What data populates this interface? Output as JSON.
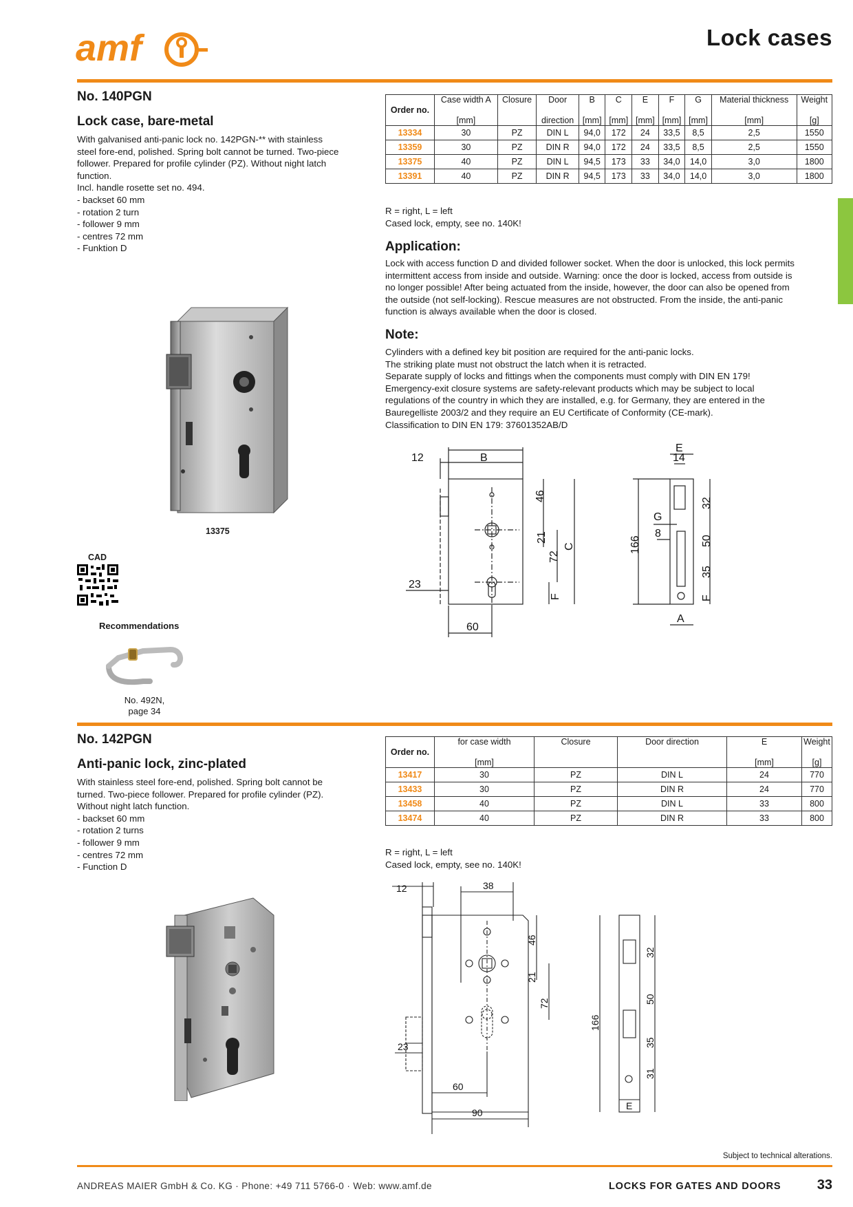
{
  "header": {
    "logo_text": "amf",
    "page_title": "Lock cases"
  },
  "section1": {
    "number": "No. 140PGN",
    "subtitle": "Lock case, bare-metal",
    "description": [
      "With galvanised anti-panic lock no. 142PGN-** with stainless",
      "steel fore-end, polished. Spring bolt cannot be turned. Two-piece",
      "follower. Prepared for profile cylinder (PZ). Without night latch",
      "function.",
      "Incl. handle rosette set no. 494.",
      "- backset 60 mm",
      "- rotation 2 turn",
      "- follower 9 mm",
      "- centres 72 mm",
      "- Funktion D"
    ],
    "image_caption": "13375",
    "cad_label": "CAD",
    "recommendations_label": "Recommendations",
    "recommendation_caption_1": "No. 492N,",
    "recommendation_caption_2": "page 34",
    "table": {
      "order_header": "Order no.",
      "columns": [
        {
          "top": "Case width A",
          "bottom": "[mm]"
        },
        {
          "top": "Closure",
          "bottom": ""
        },
        {
          "top": "Door",
          "bottom": "direction"
        },
        {
          "top": "B",
          "bottom": "[mm]"
        },
        {
          "top": "C",
          "bottom": "[mm]"
        },
        {
          "top": "E",
          "bottom": "[mm]"
        },
        {
          "top": "F",
          "bottom": "[mm]"
        },
        {
          "top": "G",
          "bottom": "[mm]"
        },
        {
          "top": "Material thickness",
          "bottom": "[mm]"
        },
        {
          "top": "Weight",
          "bottom": "[g]"
        }
      ],
      "rows": [
        [
          "13334",
          "30",
          "PZ",
          "DIN L",
          "94,0",
          "172",
          "24",
          "33,5",
          "8,5",
          "2,5",
          "1550"
        ],
        [
          "13359",
          "30",
          "PZ",
          "DIN R",
          "94,0",
          "172",
          "24",
          "33,5",
          "8,5",
          "2,5",
          "1550"
        ],
        [
          "13375",
          "40",
          "PZ",
          "DIN L",
          "94,5",
          "173",
          "33",
          "34,0",
          "14,0",
          "3,0",
          "1800"
        ],
        [
          "13391",
          "40",
          "PZ",
          "DIN R",
          "94,5",
          "173",
          "33",
          "34,0",
          "14,0",
          "3,0",
          "1800"
        ]
      ]
    },
    "note_line1": "R = right, L = left",
    "note_line2": "Cased lock, empty, see no. 140K!",
    "application_heading": "Application:",
    "application_lines": [
      "Lock with access function D and divided follower socket. When the door is unlocked, this lock permits",
      "intermittent access from inside and outside. Warning: once the door is locked, access from outside is",
      "no longer possible! After being actuated from the inside, however, the door can also be opened from",
      "the outside (not self-locking). Rescue measures are not obstructed. From the inside, the anti-panic",
      "function is always available when the door is closed."
    ],
    "note_heading": "Note:",
    "note_lines": [
      "Cylinders with a defined key bit position are required for the anti-panic locks.",
      "The striking plate must not obstruct the latch when it is retracted.",
      "Separate supply of locks and fittings when the components must comply with DIN EN 179!",
      "Emergency-exit closure systems are safety-relevant products which may be subject to local",
      "regulations of the country in which they are installed, e.g. for Germany, they are entered in the",
      "Bauregelliste 2003/2 and they require an EU Certificate of Conformity (CE-mark).",
      "Classification to DIN EN 179: 37601352AB/D"
    ],
    "drawing_labels": {
      "d12": "12",
      "B": "B",
      "d46": "46",
      "d21": "21",
      "C": "C",
      "d72": "72",
      "d23": "23",
      "F": "F",
      "d60": "60",
      "E": "E",
      "d14": "14",
      "d32": "32",
      "G": "G",
      "d166": "166",
      "d8": "8",
      "d50": "50",
      "d35": "35",
      "F2": "F",
      "A": "A"
    }
  },
  "section2": {
    "number": "No. 142PGN",
    "subtitle": "Anti-panic lock, zinc-plated",
    "description": [
      "With stainless steel fore-end, polished. Spring bolt cannot be",
      "turned. Two-piece follower. Prepared for profile cylinder (PZ).",
      "Without night latch function.",
      "- backset 60 mm",
      "- rotation 2 turns",
      "- follower 9 mm",
      "- centres 72 mm",
      "- Function D"
    ],
    "table": {
      "order_header": "Order no.",
      "columns": [
        {
          "top": "for case width",
          "bottom": "[mm]"
        },
        {
          "top": "Closure",
          "bottom": ""
        },
        {
          "top": "Door direction",
          "bottom": ""
        },
        {
          "top": "E",
          "bottom": "[mm]"
        },
        {
          "top": "Weight",
          "bottom": "[g]"
        }
      ],
      "rows": [
        [
          "13417",
          "30",
          "PZ",
          "DIN L",
          "24",
          "770"
        ],
        [
          "13433",
          "30",
          "PZ",
          "DIN R",
          "24",
          "770"
        ],
        [
          "13458",
          "40",
          "PZ",
          "DIN L",
          "33",
          "800"
        ],
        [
          "13474",
          "40",
          "PZ",
          "DIN R",
          "33",
          "800"
        ]
      ]
    },
    "note_line1": "R = right, L = left",
    "note_line2": "Cased lock, empty, see no. 140K!",
    "drawing_labels": {
      "d12": "12",
      "d38": "38",
      "d46": "46",
      "d21": "21",
      "d72": "72",
      "d166": "166",
      "d23": "23",
      "d60": "60",
      "d90": "90",
      "d32": "32",
      "d50": "50",
      "d35": "35",
      "d31": "31",
      "E": "E"
    }
  },
  "footer": {
    "alterations": "Subject to technical alterations.",
    "company": "ANDREAS MAIER GmbH & Co. KG · Phone: +49 711 5766-0 · Web: www.amf.de",
    "category": "LOCKS FOR GATES AND DOORS",
    "page_number": "33"
  },
  "colors": {
    "accent": "#f08a18",
    "tab": "#8cc63f"
  }
}
